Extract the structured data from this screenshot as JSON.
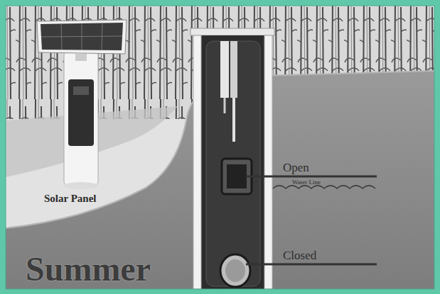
{
  "diagram": {
    "title": "Summer",
    "labels": [
      "Solar Panel",
      "Open",
      "Water Line",
      "Closed"
    ]
  }
}
